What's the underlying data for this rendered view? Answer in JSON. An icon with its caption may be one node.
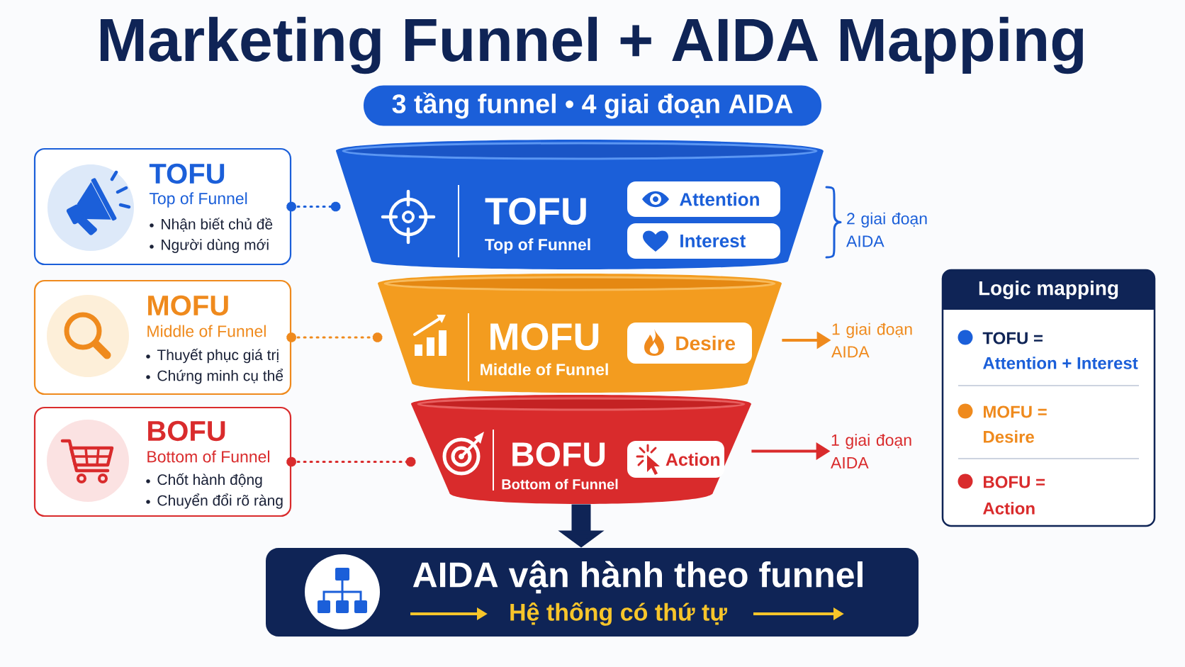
{
  "diagram": {
    "title": "Marketing Funnel + AIDA Mapping",
    "nodes": [
      {
        "text": [
          "3 tầng funnel • 4 giai đoạn AIDA"
        ]
      },
      {
        "text": [
          "TOFU",
          "Top of Funnel",
          "Nhận biết chủ đề",
          "Người dùng mới"
        ]
      },
      {
        "text": [
          "TOFU",
          "Top of Funnel"
        ]
      },
      {
        "text": [
          "Attention"
        ],
        "in": 2
      },
      {
        "text": [
          "Interest"
        ],
        "in": 2
      },
      {
        "text": [
          "MOFU",
          "Middle of Funnel",
          "Thuyết phục giá trị",
          "Chứng minh cụ thể"
        ]
      },
      {
        "text": [
          "MOFU",
          "Middle of Funnel"
        ]
      },
      {
        "text": [
          "Desire"
        ],
        "in": 6
      },
      {
        "text": [
          "1 giai đoạn AIDA"
        ]
      },
      {
        "text": [
          "BOFU",
          "Bottom of Funnel",
          "Chốt hành động",
          "Chuyển đổi rõ ràng"
        ]
      },
      {
        "text": [
          "BOFU",
          "Bottom of Funnel"
        ]
      },
      {
        "text": [
          "Action"
        ],
        "in": 10
      },
      {
        "text": [
          "1 giai đoạn AIDA"
        ]
      },
      {
        "text": [
          "Logic mapping",
          "TOFU =",
          "Attention + Interest",
          "MOFU =",
          "Desire",
          "BOFU =",
          "Action"
        ]
      },
      {
        "text": [
          "AIDA vận hành theo funnel",
          "Hệ thống có thứ tự"
        ]
      }
    ],
    "edges": [
      {
        "from": 1,
        "to": 2,
        "arrow": "other",
        "style": "dashed",
        "color": "#1b5fd9"
      },
      {
        "from": 5,
        "to": 6,
        "arrow": "other",
        "style": "dashed",
        "color": "#ef8a1d"
      },
      {
        "from": 6,
        "to": 8,
        "arrow": "to",
        "color": "#ef8a1d"
      },
      {
        "from": 9,
        "to": 10,
        "arrow": "other",
        "style": "dashed",
        "color": "#d92b2c"
      },
      {
        "from": 10,
        "to": 12,
        "arrow": "to",
        "color": "#d92b2c"
      },
      {
        "from": 10,
        "to": 14,
        "arrow": "to",
        "style": "thick",
        "color": "#0f2456"
      }
    ],
    "labels": [
      "2 giai đoạn AIDA"
    ]
  }
}
